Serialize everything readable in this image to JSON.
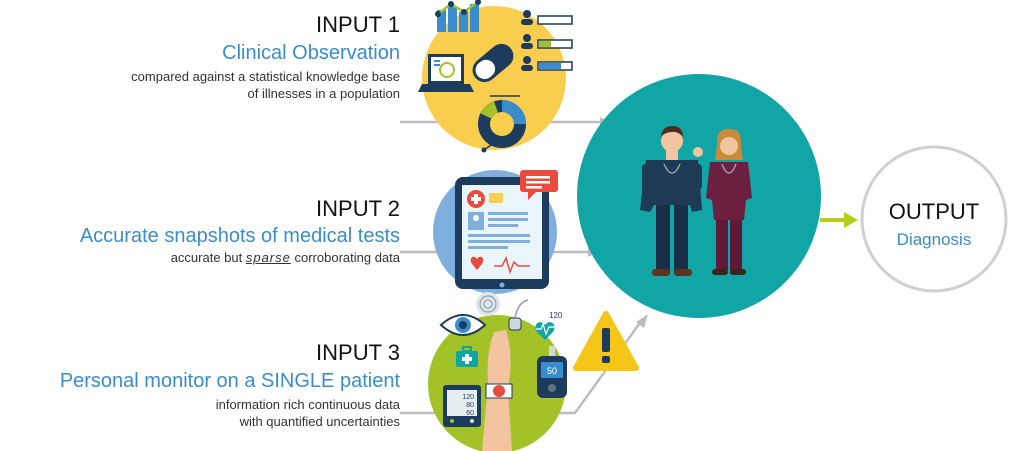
{
  "inputs": [
    {
      "title": "INPUT 1",
      "subtitle": "Clinical Observation",
      "desc_lines": [
        "compared against a statistical knowledge base",
        "of illnesses in a population"
      ]
    },
    {
      "title": "INPUT 2",
      "subtitle": "Accurate snapshots of medical tests",
      "desc_before": "accurate but ",
      "desc_emph": "sparse",
      "desc_after": " corroborating data"
    },
    {
      "title": "INPUT 3",
      "subtitle": "Personal monitor on a SINGLE patient",
      "desc_lines": [
        "information rich continuous data",
        "with quantified uncertainties"
      ]
    }
  ],
  "output": {
    "title": "OUTPUT",
    "subtitle": "Diagnosis"
  },
  "monitor": {
    "bp_values": [
      "120",
      "80",
      "60"
    ],
    "heart_reading": "120",
    "glucose_reading": "50"
  },
  "colors": {
    "input1_circle": "#f9cd4e",
    "input2_circle": "#7fb0dd",
    "input3_circle": "#a3c228",
    "output_hub": "#12a5a5",
    "output_arrow": "#b5cc18",
    "accent_blue": "#3a8dcc",
    "warning": "#f5c518"
  }
}
